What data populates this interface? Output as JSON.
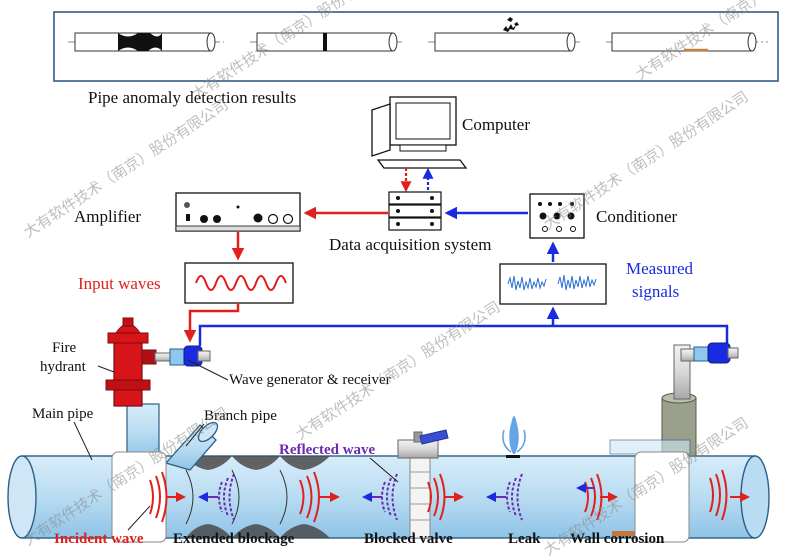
{
  "labels": {
    "results": "Pipe anomaly detection results",
    "computer": "Computer",
    "amplifier": "Amplifier",
    "daq": "Data acquisition system",
    "conditioner": "Conditioner",
    "input_waves": "Input waves",
    "measured_1": "Measured",
    "measured_2": "signals",
    "fire_1": "Fire",
    "fire_2": "hydrant",
    "wave_gen": "Wave generator & receiver",
    "main_pipe": "Main pipe",
    "branch_pipe": "Branch pipe",
    "reflected": "Reflected wave",
    "incident": "Incident wave",
    "blockage": "Extended blockage",
    "valve": "Blocked valve",
    "leak": "Leak",
    "corrosion": "Wall corrosion"
  },
  "watermark": "大有软件技术（南京）股份有限公司",
  "colors": {
    "pipe_fill": "#b9dcf2",
    "pipe_stroke": "#2a5f86",
    "red_signal": "#e0201c",
    "blue_signal": "#1a2ae0",
    "purple_text": "#6a2bb0"
  }
}
